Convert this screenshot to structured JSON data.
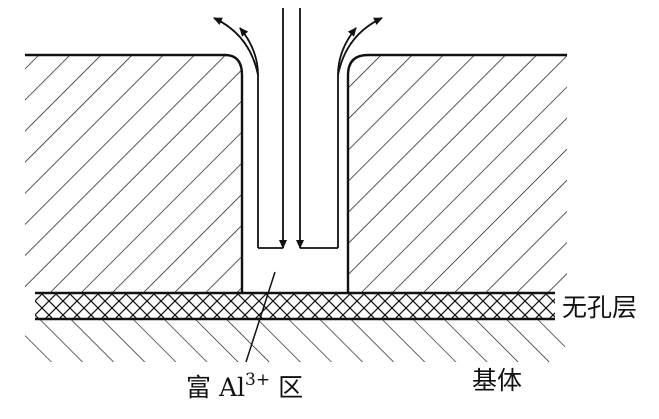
{
  "labels": {
    "nonporous_layer": "无孔层",
    "al_rich_prefix": "富 Al",
    "al_rich_charge": "3+",
    "al_rich_suffix": "区",
    "substrate": "基体"
  },
  "colors": {
    "ink": "#111111",
    "background": "#ffffff"
  }
}
